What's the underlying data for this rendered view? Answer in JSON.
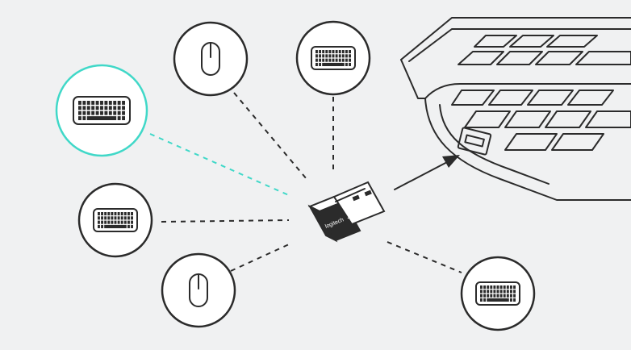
{
  "colors": {
    "background": "#f0f1f2",
    "line": "#2b2b2b",
    "highlight": "#40d8c8",
    "circle_fill": "#ffffff"
  },
  "receiver": {
    "brand_text": "logitech",
    "icon": "unifying-receiver-icon"
  },
  "devices": [
    {
      "id": "keyboard-1",
      "kind": "keyboard",
      "icon": "keyboard-icon",
      "highlighted": true
    },
    {
      "id": "mouse-1",
      "kind": "mouse",
      "icon": "mouse-icon",
      "highlighted": false
    },
    {
      "id": "keyboard-2",
      "kind": "keyboard",
      "icon": "keyboard-icon",
      "highlighted": false
    },
    {
      "id": "keyboard-3",
      "kind": "keyboard",
      "icon": "keyboard-icon",
      "highlighted": false
    },
    {
      "id": "mouse-2",
      "kind": "mouse",
      "icon": "mouse-icon",
      "highlighted": false
    },
    {
      "id": "keyboard-4",
      "kind": "keyboard",
      "icon": "keyboard-icon",
      "highlighted": false
    }
  ],
  "laptop": {
    "icon": "laptop-icon",
    "port_icon": "usb-port-icon"
  },
  "arrow": {
    "icon": "insert-arrow-icon"
  }
}
